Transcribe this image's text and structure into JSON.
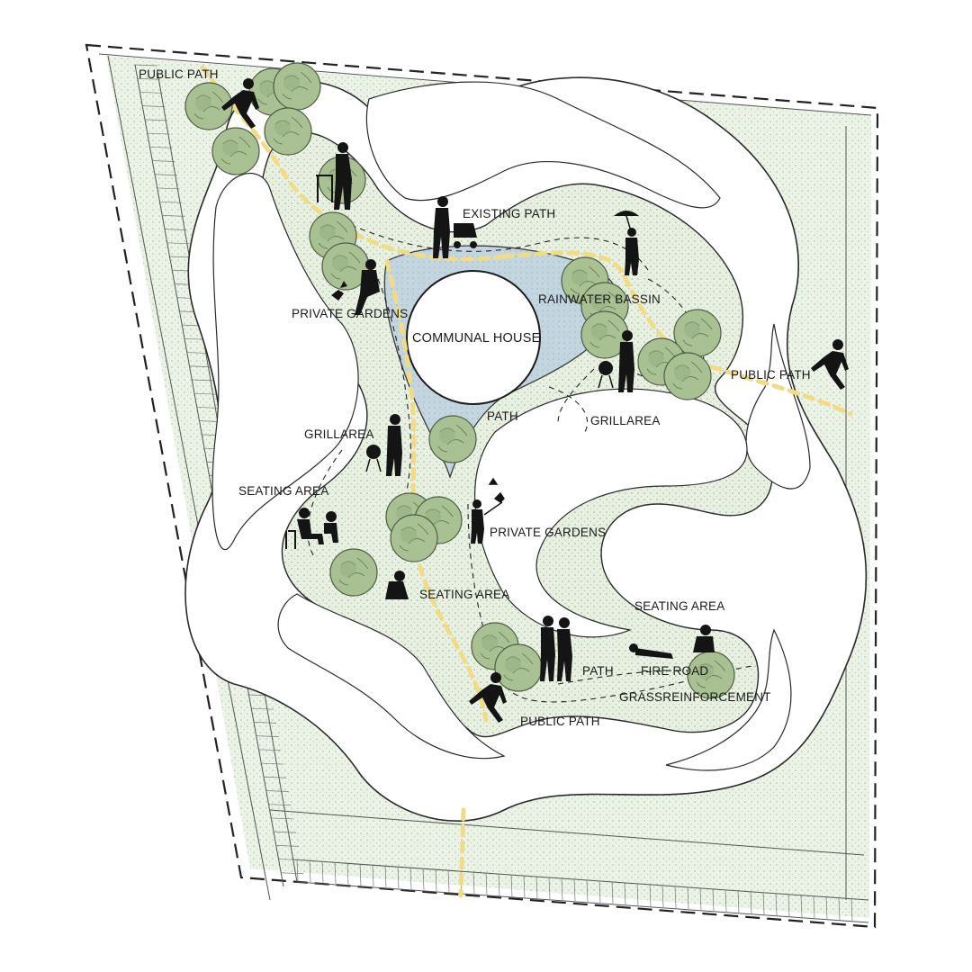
{
  "labels": {
    "public_path_nw": "PUBLIC PATH",
    "existing_path": "EXISTING PATH",
    "rainwater_bassin": "RAINWATER BASSIN",
    "private_gardens_nw": "PRIVATE GARDENS",
    "communal_house": "COMMUNAL HOUSE",
    "public_path_e": "PUBLIC PATH",
    "path_center": "PATH",
    "grillarea_e": "GRILLAREA",
    "grillarea_w": "GRILLAREA",
    "seating_area_w": "SEATING AREA",
    "private_gardens_s": "PRIVATE GARDENS",
    "seating_area_s": "SEATING AREA",
    "seating_area_se": "SEATING AREA",
    "path_s": "PATH",
    "fire_road": "FIRE ROAD",
    "grass_reinforcement": "GRASSREINFORCEMENT",
    "public_path_s": "PUBLIC PATH"
  },
  "colors": {
    "grass": "#e6efdf",
    "grass_dot": "#9fb596",
    "path_yellow": "#f0dc86",
    "water": "#bfd4df",
    "tree": "#a9c193",
    "tree_stroke": "#4e5e45",
    "silhouette": "#141414",
    "outline": "#2a2a2a"
  },
  "icons": [
    "person-running-icon",
    "person-with-walker-icon",
    "person-with-stroller-icon",
    "person-with-umbrella-icon",
    "person-gardening-icon",
    "person-grilling-icon",
    "people-seated-icon",
    "couple-walking-icon",
    "people-lounging-icon"
  ]
}
